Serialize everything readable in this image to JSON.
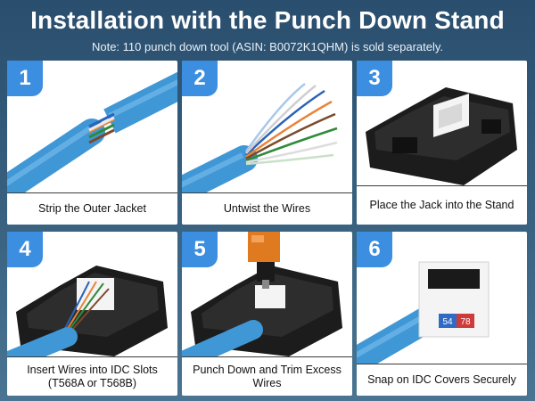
{
  "header": {
    "title": "Installation with the Punch Down Stand",
    "note": "Note: 110 punch down tool (ASIN: B0072K1QHM) is sold separately."
  },
  "steps": [
    {
      "number": "1",
      "caption": "Strip the Outer Jacket"
    },
    {
      "number": "2",
      "caption": "Untwist the Wires"
    },
    {
      "number": "3",
      "caption": "Place the Jack into the Stand"
    },
    {
      "number": "4",
      "caption": "Insert Wires into IDC Slots (T568A or T568B)"
    },
    {
      "number": "5",
      "caption": "Punch Down and Trim Excess Wires"
    },
    {
      "number": "6",
      "caption": "Snap on IDC Covers Securely"
    }
  ],
  "jack_labels": {
    "left": "54",
    "right": "78"
  },
  "colors": {
    "accent": "#3b8ee0",
    "cable": "#4aa3df",
    "stand": "#1c1c1c"
  },
  "icons": [
    "cable-illustration",
    "wires-illustration",
    "stand-illustration",
    "jack-illustration",
    "punch-tool-illustration"
  ]
}
